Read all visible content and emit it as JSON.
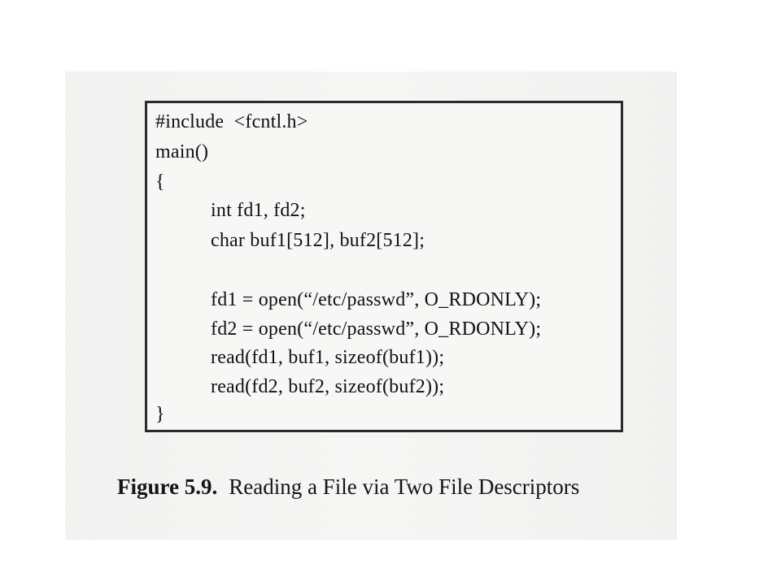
{
  "figure": {
    "code_lines": [
      "#include  <fcntl.h>",
      "main()",
      "{",
      "int fd1, fd2;",
      "char buf1[512], buf2[512];",
      "",
      "fd1 = open(“/etc/passwd”, O_RDONLY);",
      "fd2 = open(“/etc/passwd”, O_RDONLY);",
      "read(fd1, buf1, sizeof(buf1));",
      "read(fd2, buf2, sizeof(buf2));",
      "}"
    ],
    "caption_label": "Figure 5.9.",
    "caption_text": "Reading a File via Two File Descriptors"
  }
}
